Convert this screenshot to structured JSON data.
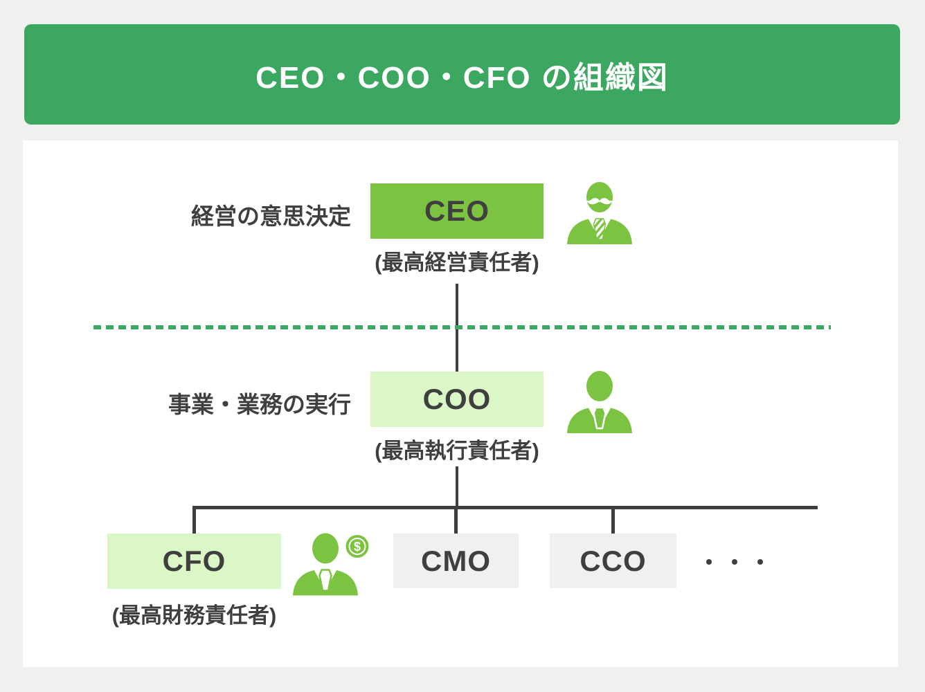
{
  "title": "CEO・COO・CFO の組織図",
  "colors": {
    "banner_green": "#3CA761",
    "node_green": "#7CC342",
    "node_light_green": "#DBF7C5",
    "node_gray": "#F0F0F0",
    "icon_green": "#7CC342",
    "dashed_divider_green": "#3BA863",
    "line_dark": "#3F3F3F",
    "text_dark": "#3F3F3F",
    "page_background": "#F0F0EE",
    "panel_background": "#FFFFFF"
  },
  "levels": {
    "decision": "経営の意思決定",
    "execution": "事業・業務の実行"
  },
  "nodes": {
    "ceo": {
      "abbr": "CEO",
      "full": "(最高経営責任者)"
    },
    "coo": {
      "abbr": "COO",
      "full": "(最高執行責任者)"
    },
    "cfo": {
      "abbr": "CFO",
      "full": "(最高財務責任者)"
    },
    "cmo": {
      "abbr": "CMO"
    },
    "cco": {
      "abbr": "CCO"
    },
    "ellipsis": "・・・"
  },
  "icons": {
    "ceo": "executive-mustache-person-icon",
    "coo": "businessperson-icon",
    "cfo": "businessperson-dollar-coin-icon"
  }
}
